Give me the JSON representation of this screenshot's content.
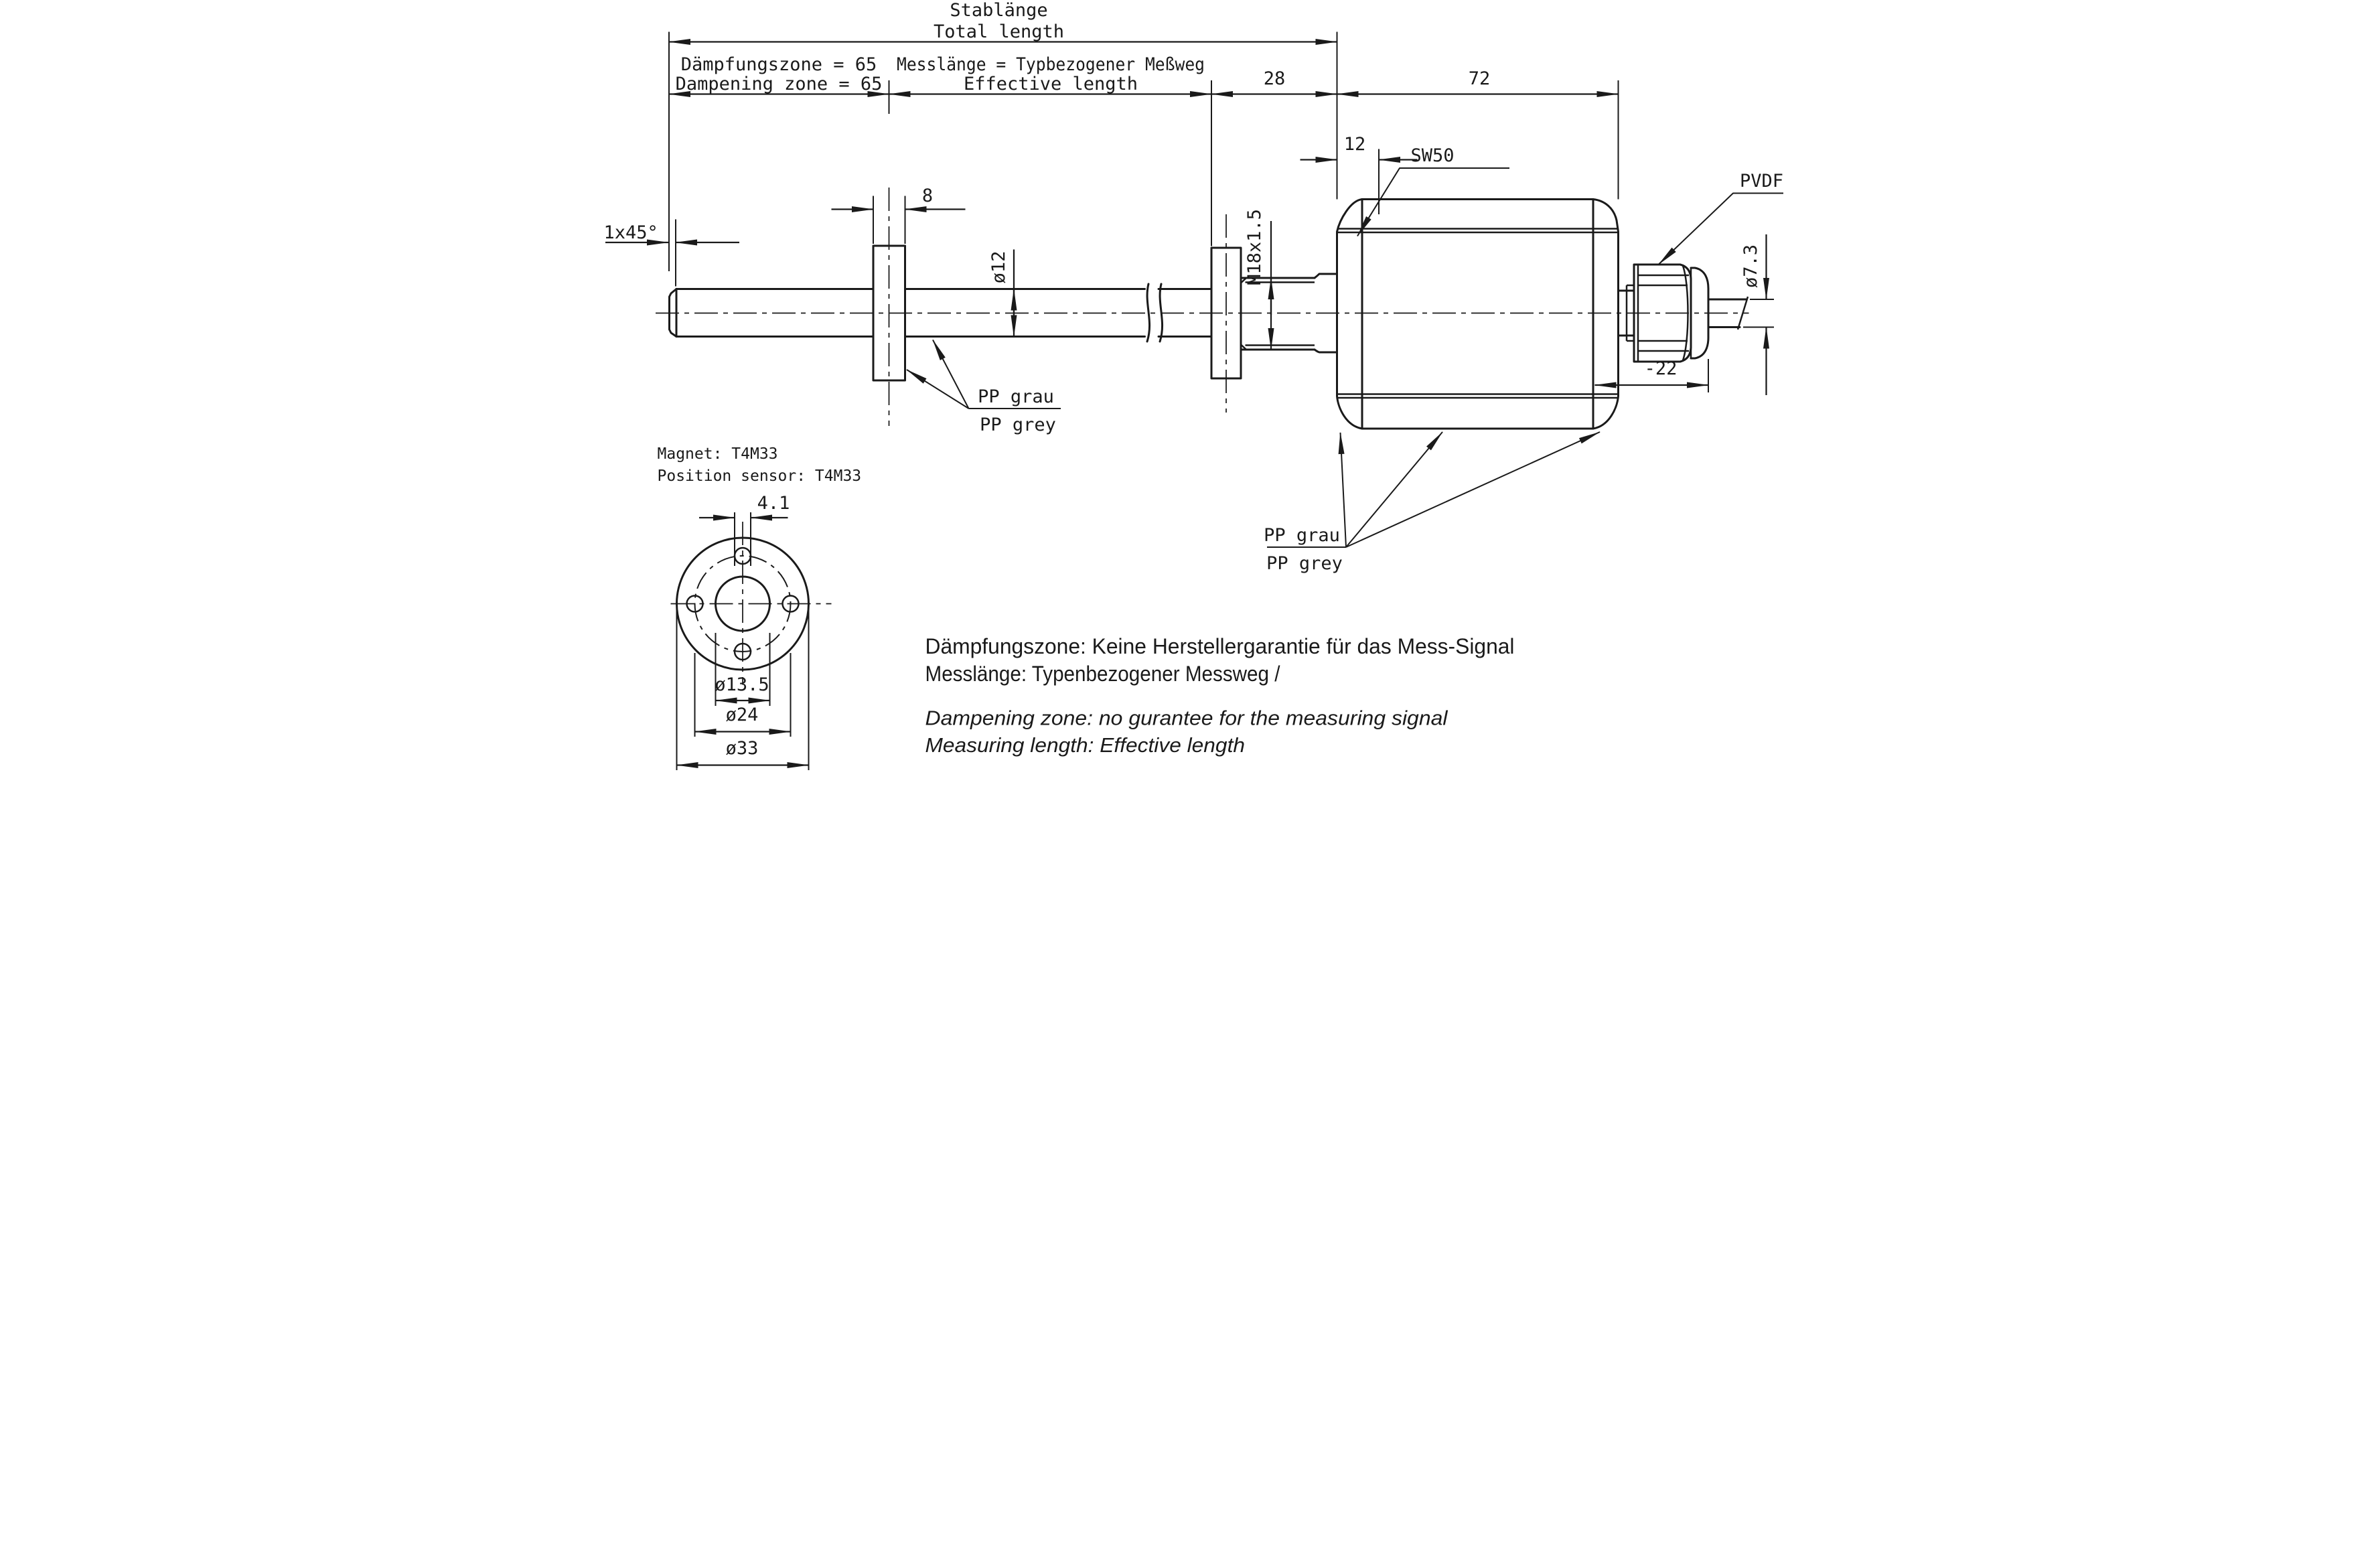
{
  "drawing": {
    "labels": {
      "stab_de": "Stablänge",
      "stab_en": "Total length",
      "damp_de": "Dämpfungszone = 65",
      "damp_en": "Dampening zone = 65",
      "mess_de": "Messlänge = Typbezogener Meßweg",
      "mess_en": "Effective length",
      "dim_28": "28",
      "dim_72": "72",
      "dim_12": "12",
      "sw50": "SW50",
      "pvdf": "PVDF",
      "chamfer": "1x45°",
      "dim_8": "8",
      "rod_dia": "ø12",
      "thread": "M18x1.5",
      "cable_dia": "ø7.3",
      "dim_22": "-22",
      "pp_de": "PP grau",
      "pp_en": "PP grey",
      "magnet_line1": "Magnet: T4M33",
      "magnet_line2": "Position sensor: T4M33",
      "slot_41": "4.1",
      "dia_135": "ø13.5",
      "dia_24": "ø24",
      "dia_33": "ø33"
    },
    "notes": {
      "de1": "Dämpfungszone: Keine Herstellergarantie für das Mess-Signal",
      "de2": "Messlänge: Typenbezogener Messweg /",
      "en1": "Dampening zone: no gurantee for the measuring signal",
      "en2": "Measuring length: Effective length"
    },
    "colors": {
      "ink": "#1a1a1a",
      "bg": "#ffffff"
    }
  }
}
